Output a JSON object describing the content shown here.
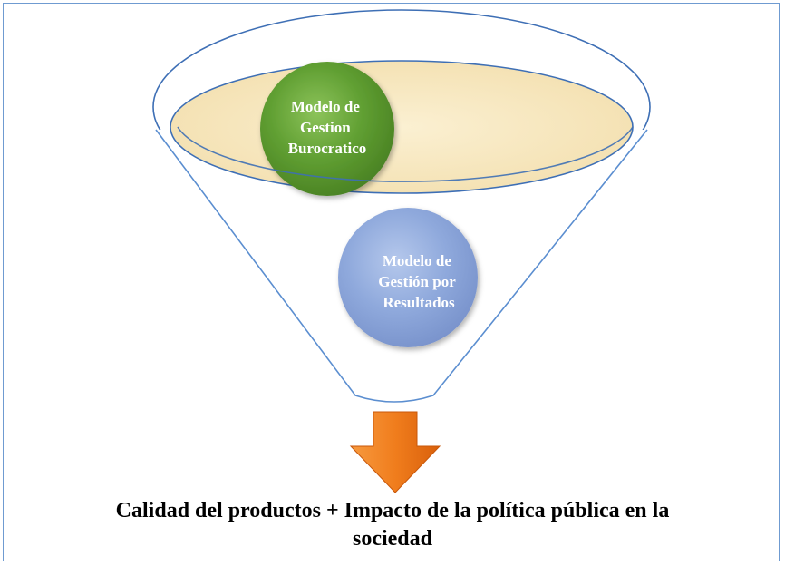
{
  "diagram": {
    "nodes": [
      {
        "id": "burocratico",
        "lines": [
          "Modelo de",
          "Gestion",
          "Burocratico"
        ],
        "color": "#5b9a2f"
      },
      {
        "id": "resultados",
        "lines": [
          "Modelo de",
          "Gestión por",
          "Resultados"
        ],
        "color": "#8aa6da"
      }
    ],
    "funnel_rim_color": "#3e6fb5",
    "funnel_fill_color": "#f7e7be",
    "arrow_color": "#f07d1d"
  },
  "caption": {
    "line1": "Calidad del productos + Impacto de la política pública en la",
    "line2": "sociedad"
  }
}
